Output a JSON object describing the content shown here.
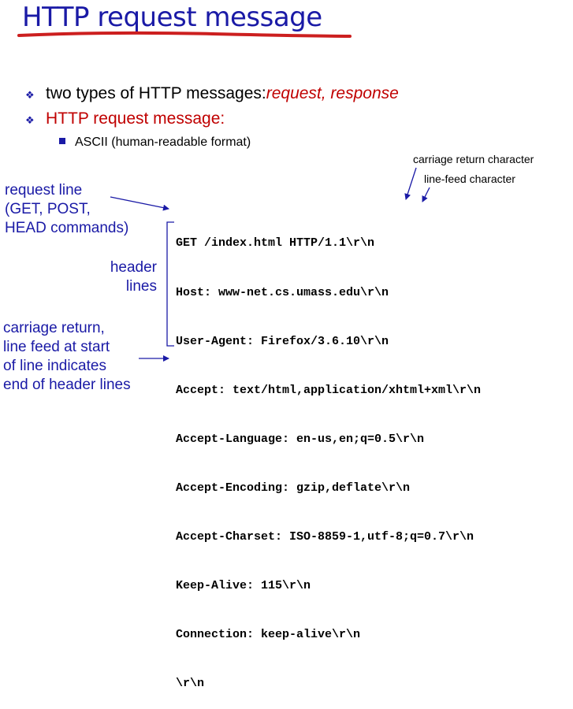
{
  "slide": {
    "title": "HTTP request message",
    "bullets": {
      "b1_text": "two types of HTTP messages: ",
      "b1_em": "request, response",
      "b2_text": "HTTP request message:",
      "sub": "ASCII (human-readable format)"
    },
    "annotations": {
      "cr": "carriage return character",
      "lf": "line-feed character"
    },
    "side_labels": {
      "request_line": [
        "request line",
        "(GET, POST,",
        "HEAD commands)"
      ],
      "header_lines": [
        "header",
        "lines"
      ],
      "crlf": [
        "carriage return,",
        "line feed at start",
        "of line indicates",
        "end of header lines"
      ]
    },
    "code_lines": [
      "GET /index.html HTTP/1.1\\r\\n",
      "Host: www-net.cs.umass.edu\\r\\n",
      "User-Agent: Firefox/3.6.10\\r\\n",
      "Accept: text/html,application/xhtml+xml\\r\\n",
      "Accept-Language: en-us,en;q=0.5\\r\\n",
      "Accept-Encoding: gzip,deflate\\r\\n",
      "Accept-Charset: ISO-8859-1,utf-8;q=0.7\\r\\n",
      "Keep-Alive: 115\\r\\n",
      "Connection: keep-alive\\r\\n",
      "\\r\\n"
    ],
    "colors": {
      "title": "#1a1aa6",
      "accent_red": "#c00000",
      "underline": "#cc1f1f"
    }
  }
}
